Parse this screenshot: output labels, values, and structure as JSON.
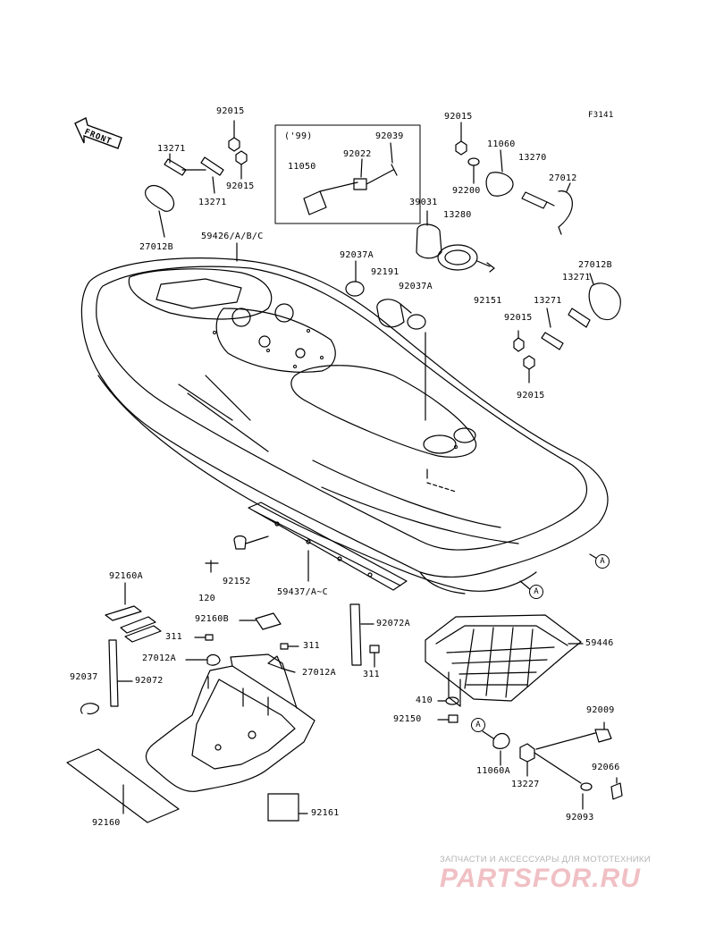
{
  "figure_code": "F3141",
  "front_label": "FRONT",
  "box_label": "('99)",
  "ref_letter": "A",
  "watermark": {
    "line": "ЗАПЧАСТИ И АКСЕССУАРЫ ДЛЯ МОТОТЕХНИКИ",
    "logo": "PARTSFOR.RU"
  },
  "parts": {
    "p92015_a": "92015",
    "p13271_a": "13271",
    "p92015_b": "92015",
    "p13271_b": "13271",
    "p27012b_a": "27012B",
    "p59426": "59426/A/B/C",
    "p92039": "92039",
    "p92022": "92022",
    "p11050": "11050",
    "p92015_c": "92015",
    "p11060": "11060",
    "p13270": "13270",
    "p92200": "92200",
    "p27012": "27012",
    "p39031": "39031",
    "p13280": "13280",
    "p92037a_a": "92037A",
    "p92191": "92191",
    "p92037a_b": "92037A",
    "p27012b_b": "27012B",
    "p13271_c": "13271",
    "p13271_d": "13271",
    "p92151": "92151",
    "p92015_d": "92015",
    "p92015_e": "92015",
    "p92152": "92152",
    "p120": "120",
    "p59437": "59437/A~C",
    "p92160a": "92160A",
    "p92160b": "92160B",
    "p311_a": "311",
    "p311_b": "311",
    "p311_c": "311",
    "p92072a": "92072A",
    "p27012a_a": "27012A",
    "p27012a_b": "27012A",
    "p92037": "92037",
    "p92072": "92072",
    "p59446": "59446",
    "p410": "410",
    "p92150": "92150",
    "p92009": "92009",
    "p11060a": "11060A",
    "p13227": "13227",
    "p92066": "92066",
    "p92093": "92093",
    "p92160": "92160",
    "p92161": "92161"
  }
}
